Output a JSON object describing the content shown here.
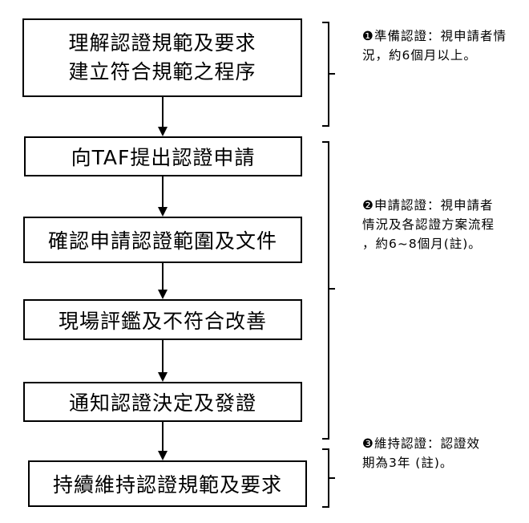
{
  "steps": [
    {
      "id": "understand",
      "lines": [
        "理解認證規範及要求",
        "建立符合規範之程序"
      ]
    },
    {
      "id": "apply",
      "lines": [
        "向TAF提出認證申請"
      ]
    },
    {
      "id": "confirm",
      "lines": [
        "確認申請認證範圍及文件"
      ]
    },
    {
      "id": "assess",
      "lines": [
        "現場評鑑及不符合改善"
      ]
    },
    {
      "id": "decide",
      "lines": [
        "通知認證決定及發證"
      ]
    },
    {
      "id": "maintain",
      "lines": [
        "持續維持認證規範及要求"
      ]
    }
  ],
  "phases": [
    {
      "id": "prepare",
      "badge": "❶",
      "lines": [
        "準備認證：視申請者情",
        "況，約6個月以上。"
      ]
    },
    {
      "id": "apply",
      "badge": "❷",
      "lines": [
        "申請認證：視申請者",
        "情況及各認證方案流程",
        "，約6~8個月(註)。"
      ]
    },
    {
      "id": "maintain",
      "badge": "❸",
      "lines": [
        "維持認證：認證效",
        "期為3年 (註)。"
      ]
    }
  ]
}
